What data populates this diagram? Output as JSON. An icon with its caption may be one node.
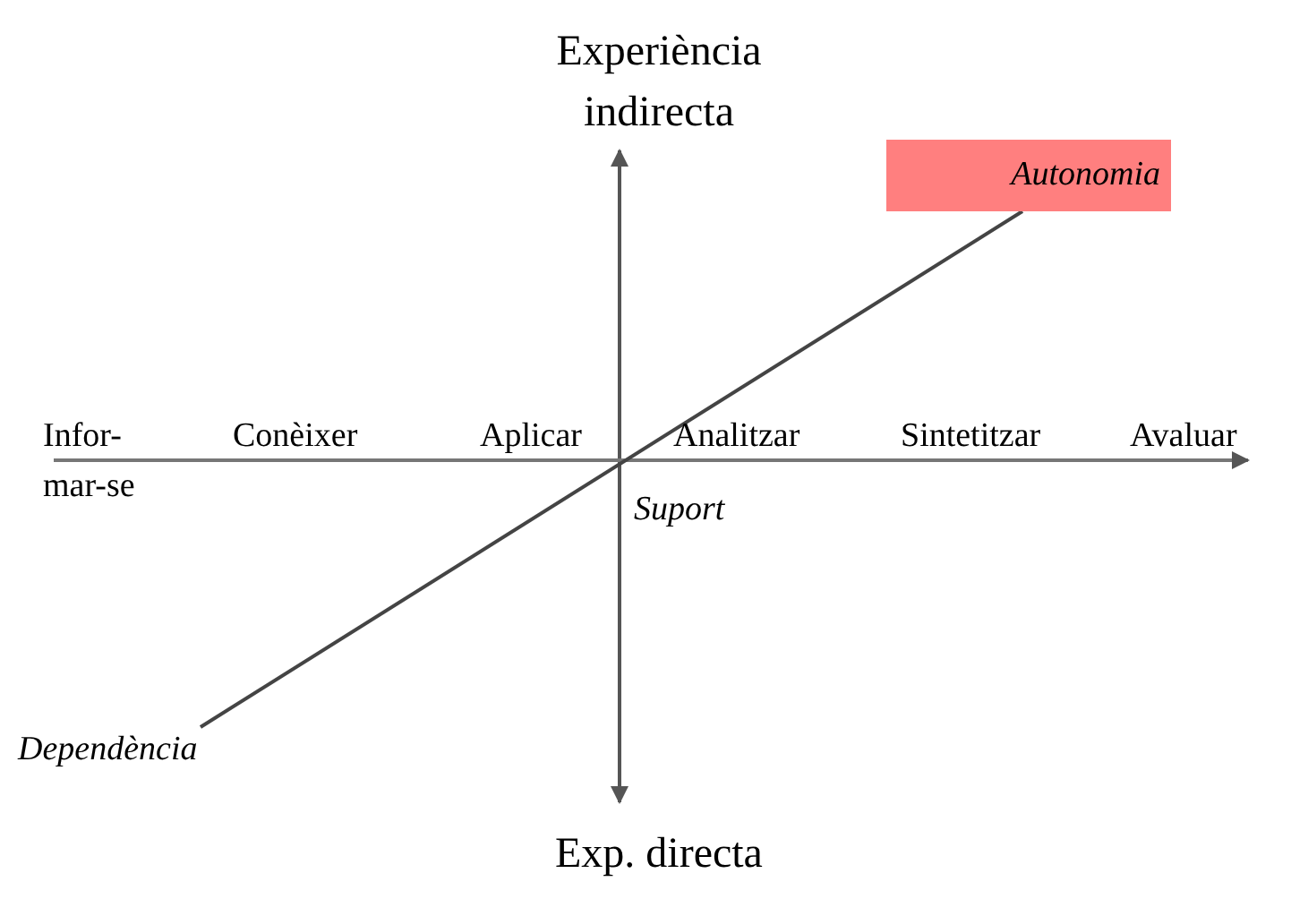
{
  "diagram": {
    "nodes": [
      {
        "text": [
          "Autonomia"
        ]
      },
      {
        "text": [
          "Dependència"
        ]
      }
    ],
    "edges": [
      {
        "from": 1,
        "to": 0,
        "arrow": "none"
      }
    ],
    "labels": [
      "Experiència indirecta",
      "Infor- mar-se",
      "Conèixer",
      "Aplicar",
      "Analitzar",
      "Sintetitzar",
      "Avaluar",
      "Suport",
      "Exp. directa"
    ]
  }
}
